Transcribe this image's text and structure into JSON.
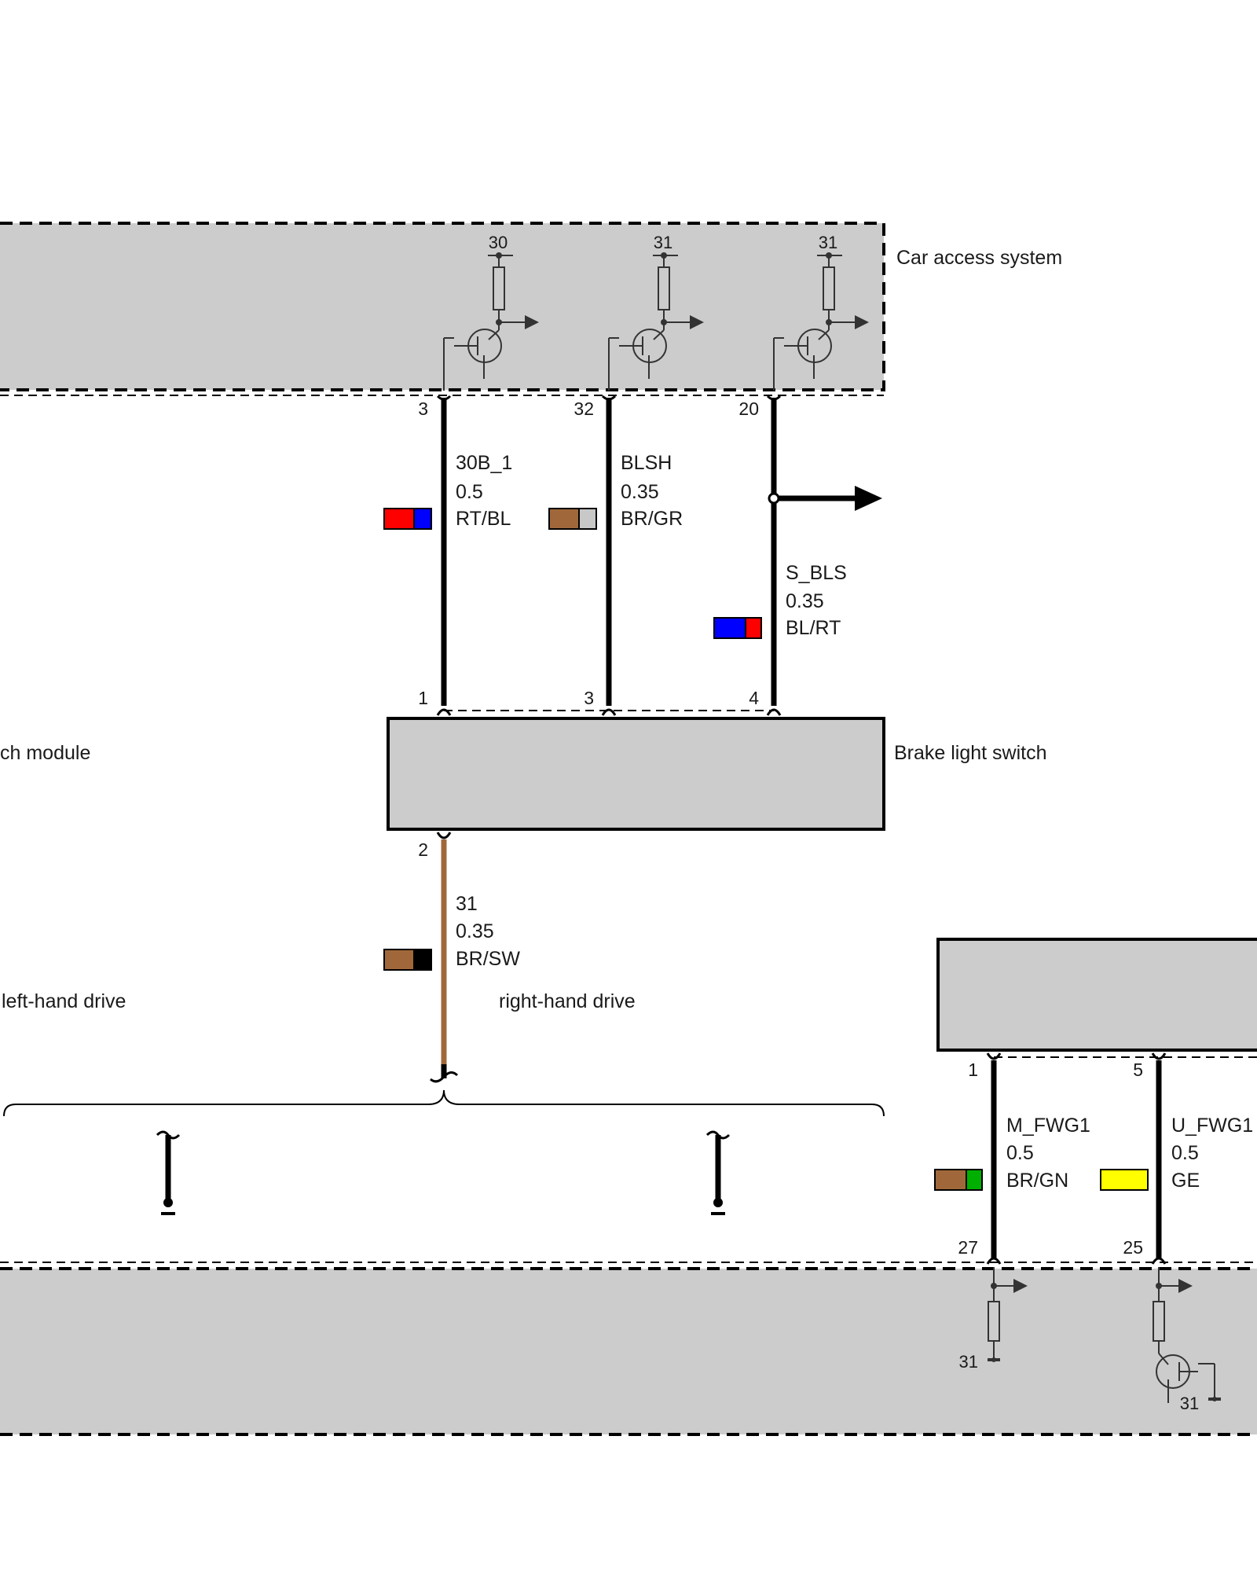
{
  "components": {
    "car_access_system": {
      "label": "Car access system",
      "supply_labels": [
        "30",
        "31",
        "31"
      ]
    },
    "brake_light_switch": {
      "label": "Brake light switch"
    },
    "clutch_module": {
      "label": "ch module"
    },
    "bottom_right_resistor": {
      "ground_label": "31"
    },
    "bottom_right_transistor": {
      "ground_label": "31"
    }
  },
  "wires": [
    {
      "name": "30B_1",
      "gauge": "0.5",
      "color_code": "RT/BL",
      "pin_top": "3",
      "pin_bottom": "1",
      "swatch": [
        "#ff0000",
        "#0000ff"
      ]
    },
    {
      "name": "BLSH",
      "gauge": "0.35",
      "color_code": "BR/GR",
      "pin_top": "32",
      "pin_bottom": "3",
      "swatch": [
        "#a0683a",
        "#c8c8c8"
      ]
    },
    {
      "name": "S_BLS",
      "gauge": "0.35",
      "color_code": "BL/RT",
      "pin_top": "20",
      "pin_bottom": "4",
      "swatch": [
        "#0000ff",
        "#ff0000"
      ]
    },
    {
      "name": "31",
      "gauge": "0.35",
      "color_code": "BR/SW",
      "pin_top": "2",
      "swatch": [
        "#a0683a",
        "#000000"
      ]
    },
    {
      "name": "M_FWG1",
      "gauge": "0.5",
      "color_code": "BR/GN",
      "pin_top": "1",
      "pin_bottom": "27",
      "swatch": [
        "#a0683a",
        "#00b000"
      ]
    },
    {
      "name": "U_FWG1",
      "gauge": "0.5",
      "color_code": "GE",
      "pin_top": "5",
      "pin_bottom": "25",
      "swatch": [
        "#ffff00"
      ]
    }
  ],
  "variants": {
    "left": "left-hand drive",
    "right": "right-hand drive"
  },
  "colors": {
    "module_fill": "#cccccc",
    "wire": "#000000",
    "brown_wire": "#a0683a",
    "arrow": "#000000"
  }
}
